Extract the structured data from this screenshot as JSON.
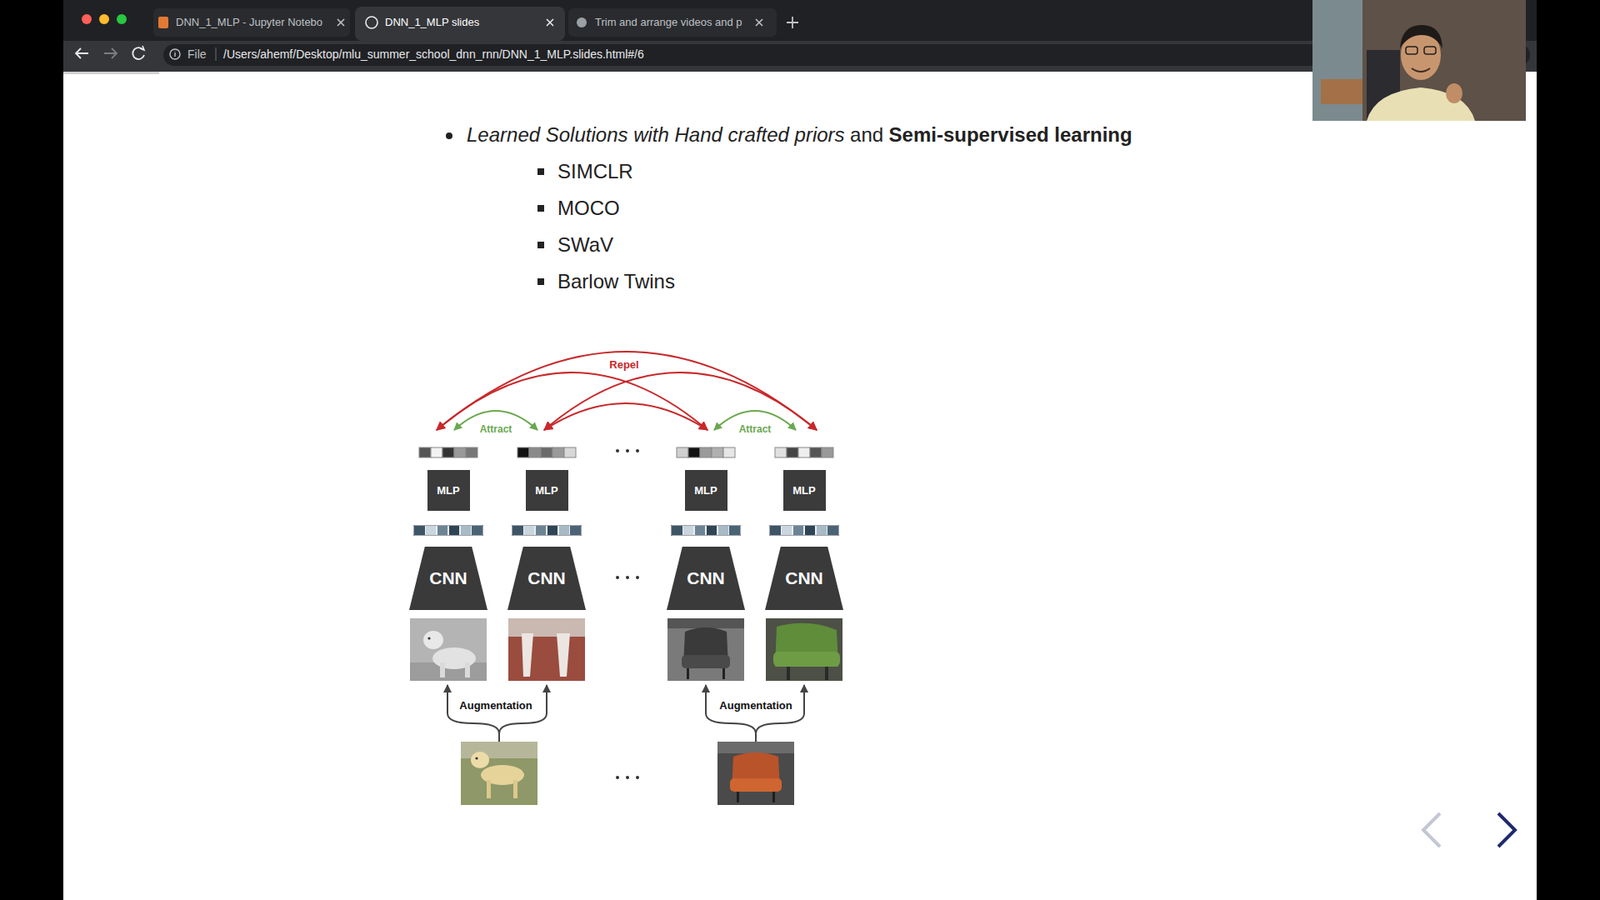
{
  "diagram": {
    "nodes": [
      {
        "text": [
          "MLP"
        ]
      },
      {
        "text": [
          "MLP"
        ]
      },
      {
        "text": [
          "MLP"
        ]
      },
      {
        "text": [
          "MLP"
        ]
      },
      {
        "text": [
          "CNN"
        ]
      },
      {
        "text": [
          "CNN"
        ]
      },
      {
        "text": [
          "CNN"
        ]
      },
      {
        "text": [
          "CNN"
        ]
      }
    ],
    "labels": [
      "DNN_1_MLP - Jupyter Notebo",
      "DNN_1_MLP slides",
      "Trim and arrange videos and p",
      "File",
      "/Users/ahemf/Desktop/mlu_summer_school_dnn_rnn/DNN_1_MLP.slides.html#/6",
      "Learned Solutions with Hand crafted priors",
      "and",
      "Semi-supervised learning",
      "SIMCLR",
      "MOCO",
      "SWaV",
      "Barlow Twins",
      "Repel",
      "Attract",
      "Attract",
      "Augmentation",
      "Augmentation"
    ]
  }
}
